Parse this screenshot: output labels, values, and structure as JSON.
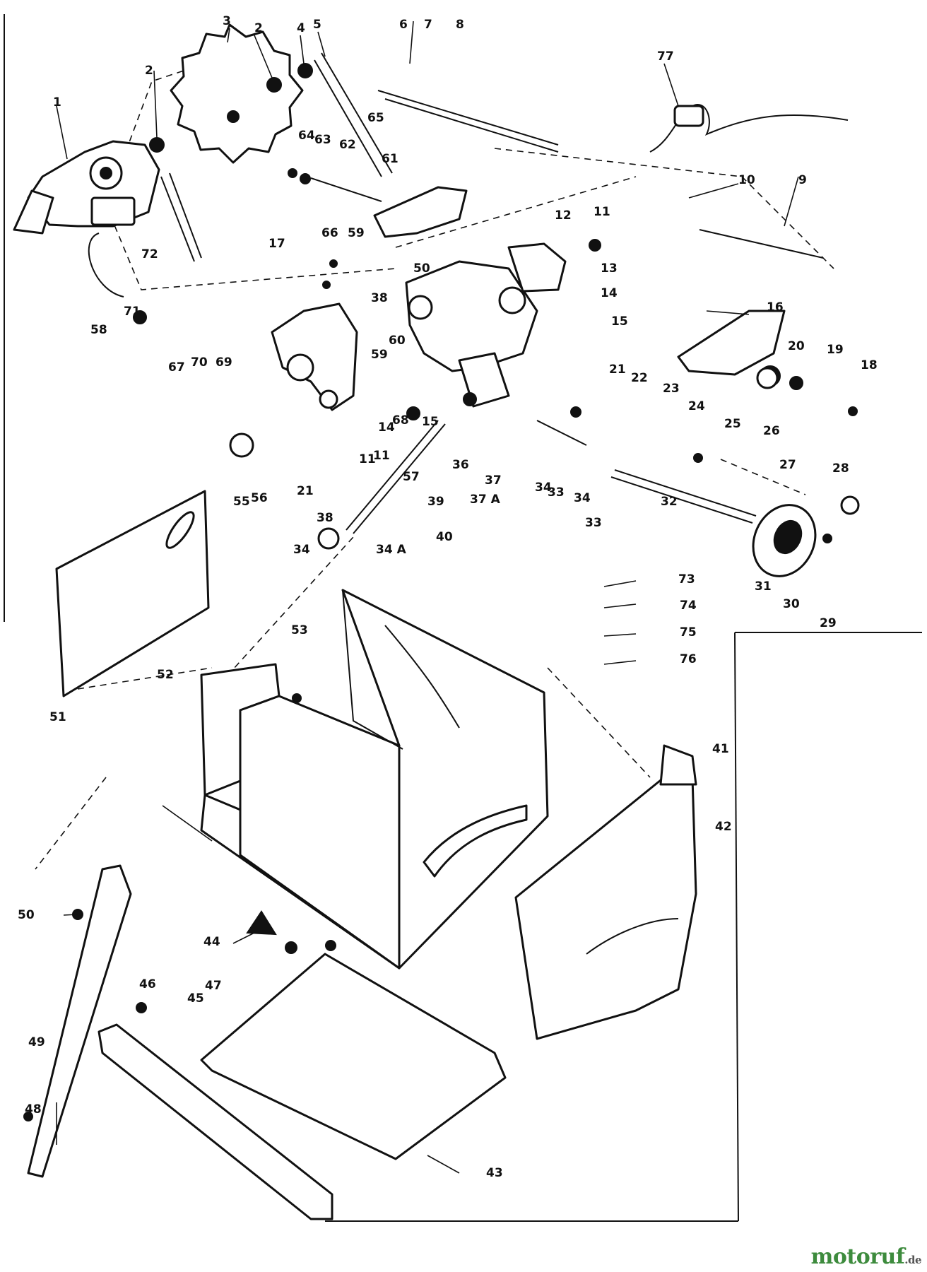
{
  "diagram": {
    "callouts": [
      "1",
      "2",
      "3",
      "2",
      "4",
      "5",
      "6",
      "7",
      "8",
      "77",
      "65",
      "64",
      "63",
      "62",
      "61",
      "72",
      "10",
      "9",
      "11",
      "12",
      "13",
      "14",
      "15",
      "16",
      "17",
      "66",
      "59",
      "50",
      "38",
      "60",
      "59",
      "58",
      "71",
      "67",
      "70",
      "69",
      "68",
      "15",
      "14",
      "11",
      "21",
      "22",
      "23",
      "24",
      "25",
      "20",
      "19",
      "18",
      "26",
      "57",
      "36",
      "37",
      "37 A",
      "34",
      "33",
      "55",
      "56",
      "21",
      "11",
      "39",
      "34",
      "33",
      "32",
      "27",
      "28",
      "38",
      "34",
      "34 A",
      "31",
      "30",
      "29",
      "40",
      "53",
      "52",
      "51",
      "73",
      "74",
      "75",
      "76",
      "41",
      "42",
      "50",
      "49",
      "48",
      "43",
      "44",
      "47",
      "46",
      "45"
    ]
  },
  "brand": {
    "name": "motoruf",
    "suffix": ".de",
    "color": "#3d8b3d"
  }
}
